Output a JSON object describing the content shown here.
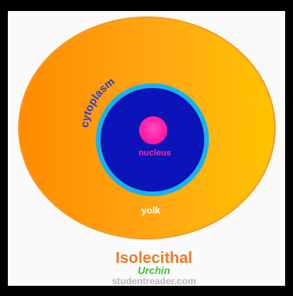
{
  "diagram": {
    "labels": {
      "cytoplasm": "cytoplasm",
      "nucleus": "nucleus",
      "yolk": "yolk"
    },
    "caption": {
      "title": "Isolecithal",
      "subtitle": "Urchin",
      "watermark": "studentreader.com"
    }
  },
  "colors": {
    "frame": "#000000",
    "background": "#fafafa",
    "yolk_left": "#ff8c00",
    "yolk_right": "#ffc000",
    "yolk_edge": "#f7a326",
    "cytoplasm_ring": "#1ab2ee",
    "cytoplasm_core": "#0b14b8",
    "nucleus": "#ff1fa8",
    "cytoplasm_label": "#2a3bd6",
    "nucleus_label": "#ff2aa0",
    "yolk_label": "#ffffff",
    "title": "#f07a2a",
    "subtitle": "#3fbf2f",
    "watermark": "#b8b8b8"
  }
}
